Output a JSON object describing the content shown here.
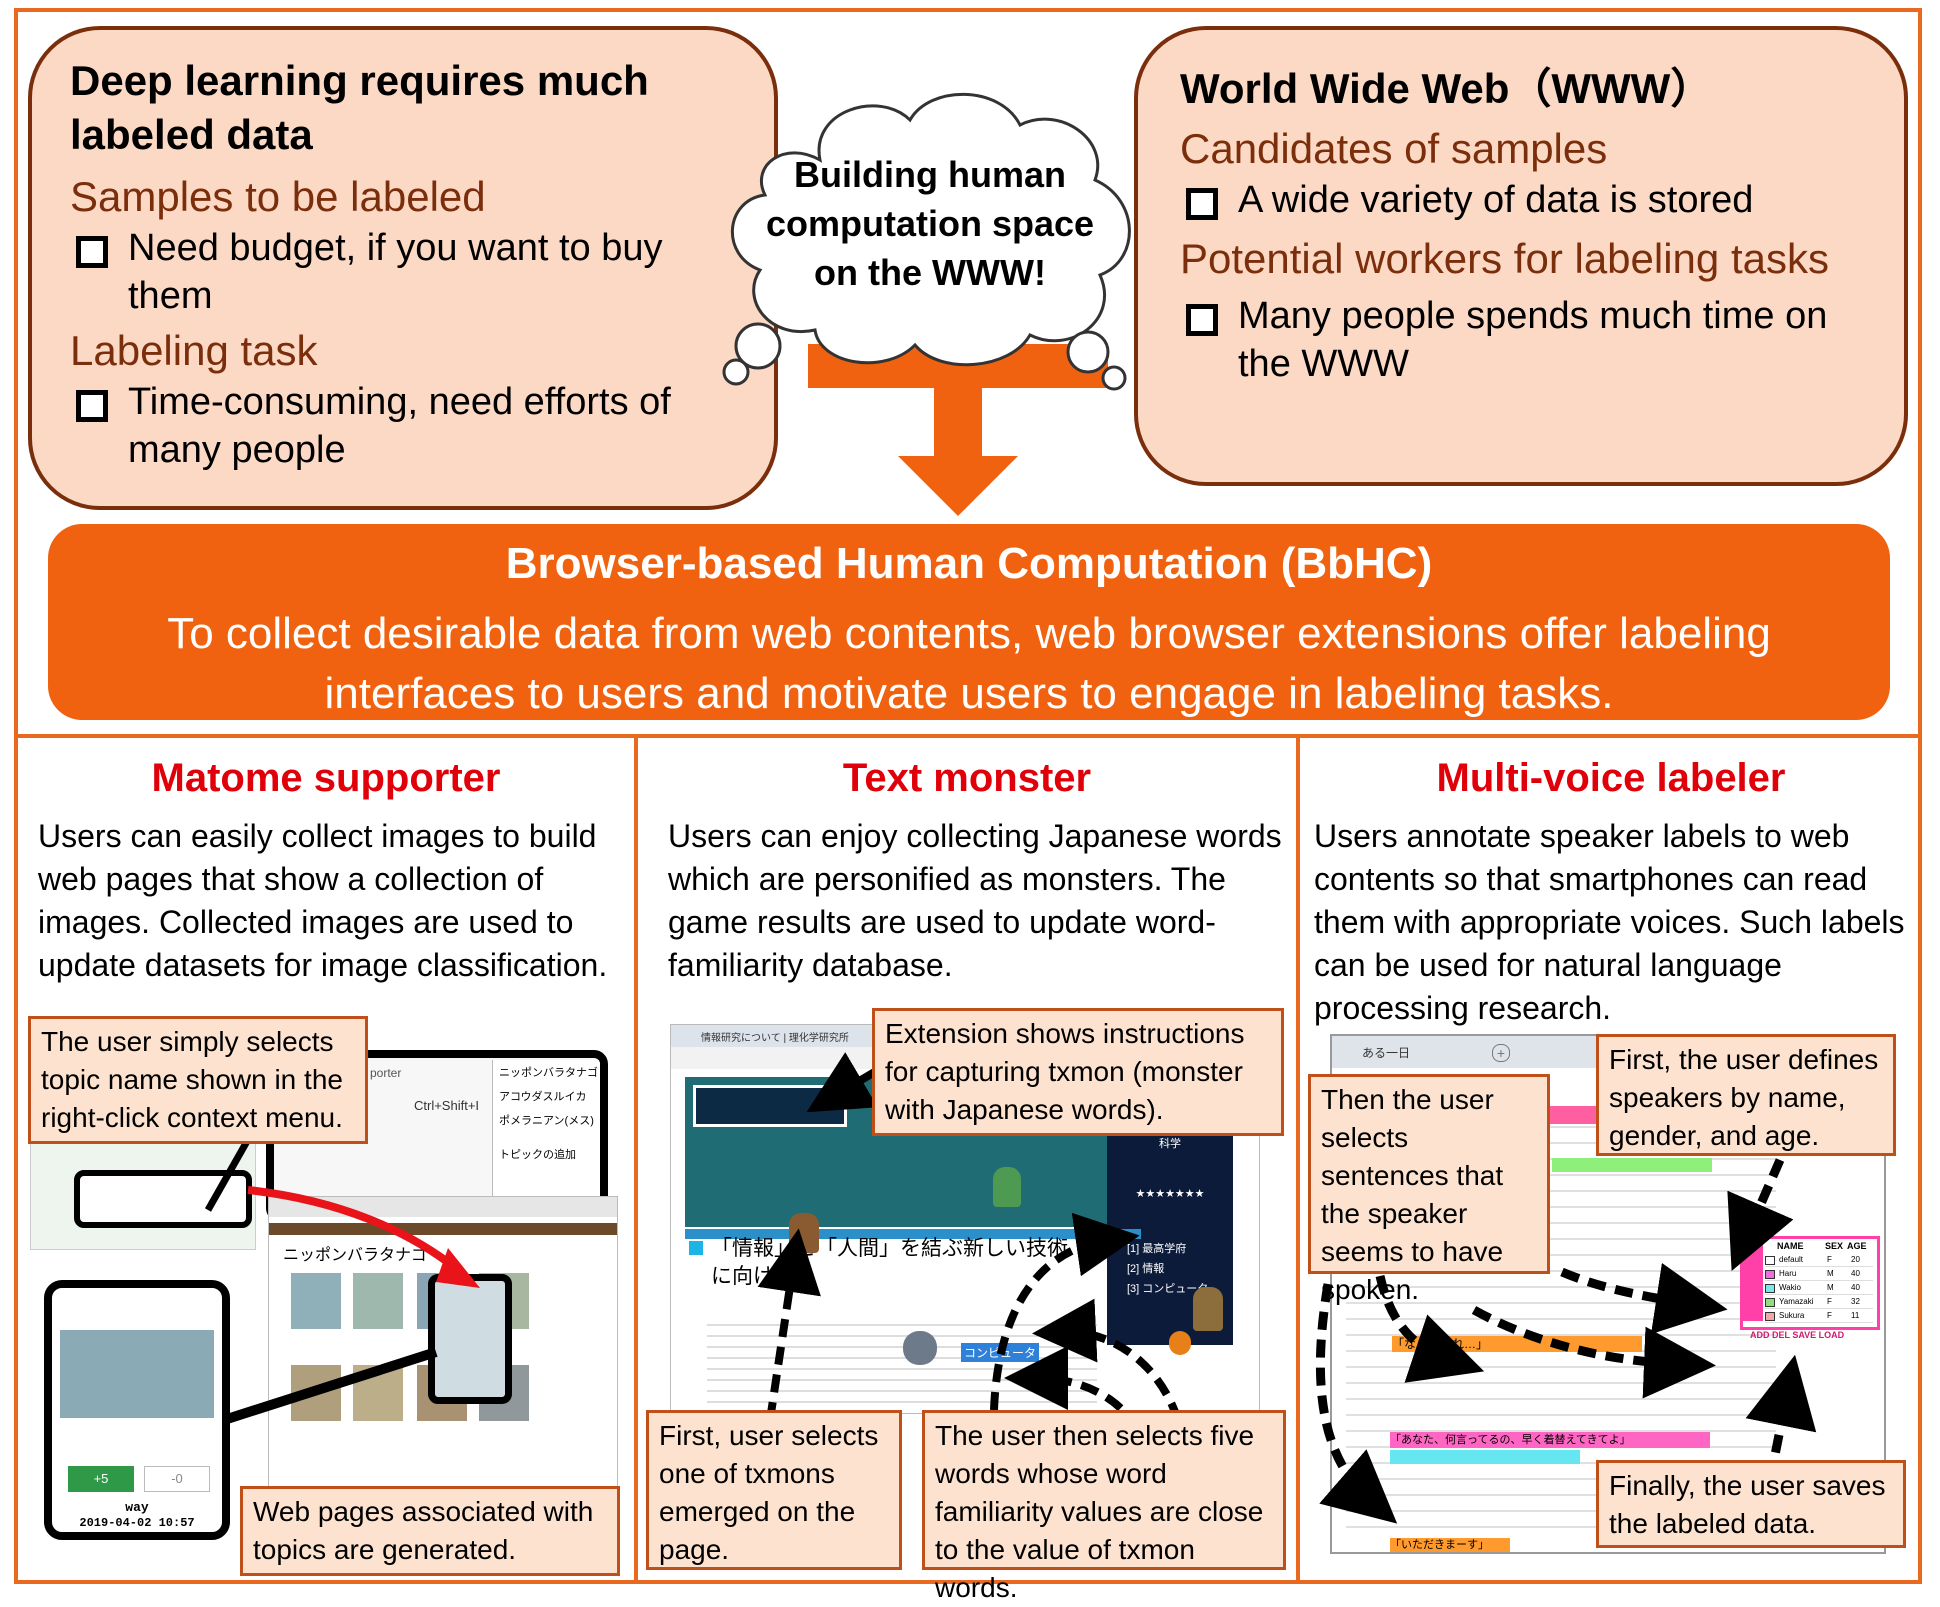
{
  "left_box": {
    "title": "Deep learning requires much labeled data",
    "section1": "Samples to be labeled",
    "bullet1": "Need budget, if you want to buy them",
    "section2": "Labeling task",
    "bullet2": "Time-consuming, need efforts of many people"
  },
  "cloud": {
    "text": "Building human computation space on the WWW!"
  },
  "right_box": {
    "title": "World Wide Web（WWW）",
    "section1": "Candidates of samples",
    "bullet1": "A wide variety of data is stored",
    "section2": "Potential workers for labeling tasks",
    "bullet2": "Many people spends much time on the WWW"
  },
  "bbhc": {
    "title": "Browser-based Human Computation (BbHC)",
    "text": "To collect desirable data from web contents, web browser extensions offer labeling interfaces to users and motivate users to engage in labeling tasks."
  },
  "panels": {
    "matome": {
      "title": "Matome supporter",
      "desc": "Users can easily collect images to build web pages that show a collection of images. Collected images are used to update datasets for image classification.",
      "callout1": "The user simply selects topic name shown in the right-click context menu.",
      "callout2": "Web pages associated with topics are generated."
    },
    "text_monster": {
      "title": "Text monster",
      "desc": "Users can enjoy collecting Japanese words which are personified as monsters. The game results are used to update word-familiarity database.",
      "callout1": "Extension shows instructions for capturing txmon (monster with Japanese words).",
      "callout2": "First, user selects one of  txmons emerged on the page.",
      "callout3": "The user then selects five words whose word familiarity values are close to the value of txmon words."
    },
    "multi_voice": {
      "title": "Multi-voice labeler",
      "desc": "Users annotate speaker labels to web contents so that smartphones can read them with appropriate voices. Such labels can be used for natural language processing research.",
      "callout1": "First, the user defines speakers by name, gender, and age.",
      "callout2": "Then the user selects sentences that the speaker seems to have spoken.",
      "callout3": "Finally, the user saves the labeled data."
    }
  },
  "screens": {
    "menu_items": [
      "ニッポンバラタナゴ",
      "アコウダスルイカ",
      "ポメラニアン(メス)",
      "トピックの追加"
    ],
    "menu_shortcut": "Ctrl+Shift+I",
    "menu_header": "porter",
    "gallery_heading": "ニッポンバラタナゴ",
    "phone_plus": "+5",
    "phone_minus": "-0",
    "phone_user": "way",
    "phone_date": "2019-04-02 10:57",
    "tm_tab": "情報研究について | 理化学研究所",
    "tm_heading": "「情報」と「人間」を結ぶ新しい技術に向けて",
    "tm_word": "コンピュータ",
    "tm_side": [
      "科学",
      "★★★★★★★",
      "[1] 最高学府",
      "[2] 情報",
      "[3] コンピュータ"
    ],
    "mv_tab": "ある一日",
    "mv_lines": [
      "「なんだこれ…」",
      "「あなた、何言ってるの、早く着替えてきてよ」",
      "「いただきまーす」"
    ],
    "mv_table_head": [
      "NAME",
      "SEX",
      "AGE"
    ],
    "mv_rows": [
      {
        "name": "default",
        "sex": "F",
        "age": "20",
        "color": "#ffffff"
      },
      {
        "name": "Haru",
        "sex": "M",
        "age": "40",
        "color": "#f06de0"
      },
      {
        "name": "Wakio",
        "sex": "M",
        "age": "40",
        "color": "#7de8e8"
      },
      {
        "name": "Yamazaki",
        "sex": "F",
        "age": "32",
        "color": "#8fe07a"
      },
      {
        "name": "Sukura",
        "sex": "F",
        "age": "11",
        "color": "#f2a8a8"
      }
    ],
    "mv_buttons": "ADD  DEL  SAVE LOAD"
  },
  "colors": {
    "accent": "#f0620f",
    "border": "#e8691f",
    "box_fill": "#fcd9c4",
    "dark_brown": "#7b2e0c",
    "title_red": "#e0000a"
  }
}
